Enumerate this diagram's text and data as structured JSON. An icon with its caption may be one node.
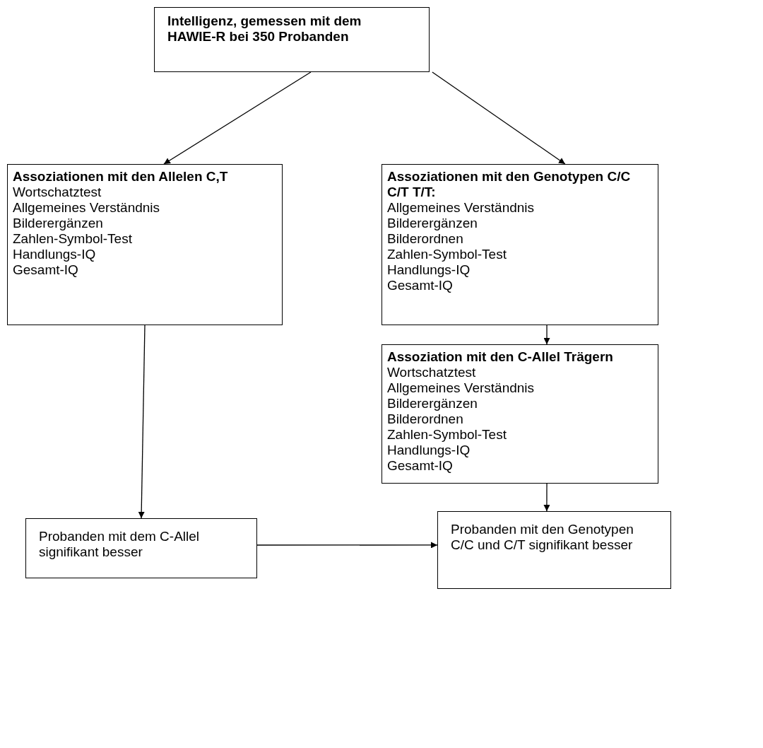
{
  "diagram": {
    "nodes": [
      {
        "text": [
          "Intelligenz, gemessen mit dem HAWIE-R bei 350 Probanden"
        ]
      },
      {
        "text": [
          "Assoziationen mit den Allelen C,T",
          "Wortschatztest",
          "Allgemeines Verständnis",
          "Bilderergänzen",
          "Zahlen-Symbol-Test",
          "Handlungs-IQ",
          "Gesamt-IQ"
        ]
      },
      {
        "text": [
          "Assoziationen mit den Genotypen C/C C/T T/T:",
          "Allgemeines Verständnis",
          "Bilderergänzen",
          "Bilderordnen",
          "Zahlen-Symbol-Test",
          "Handlungs-IQ",
          "Gesamt-IQ"
        ]
      },
      {
        "text": [
          "Assoziation mit den C-Allel Trägern",
          "Wortschatztest",
          "Allgemeines Verständnis",
          "Bilderergänzen",
          "Bilderordnen",
          "Zahlen-Symbol-Test",
          "Handlungs-IQ",
          "Gesamt-IQ"
        ]
      },
      {
        "text": [
          "Probanden mit dem C-Allel signifikant besser"
        ]
      },
      {
        "text": [
          "Probanden mit den Genotypen C/C und C/T signifikant besser"
        ]
      }
    ],
    "edges": [
      {
        "from": 0,
        "to": 1,
        "arrow": "to"
      },
      {
        "from": 0,
        "to": 2,
        "arrow": "to"
      },
      {
        "from": 2,
        "to": 3,
        "arrow": "to"
      },
      {
        "from": 1,
        "to": 4,
        "arrow": "to"
      },
      {
        "from": 3,
        "to": 5,
        "arrow": "to"
      },
      {
        "from": 4,
        "to": 5,
        "arrow": "to"
      }
    ]
  }
}
